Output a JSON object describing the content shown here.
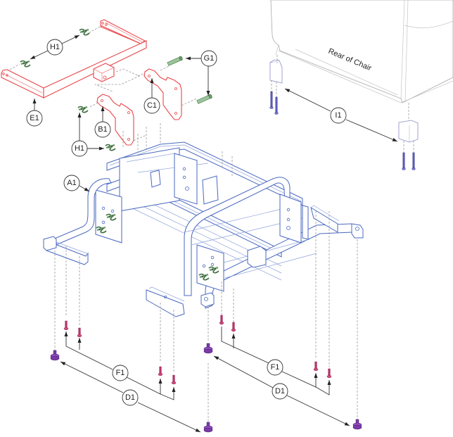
{
  "diagram": {
    "title_annotation": "Rear of Chair",
    "callouts": [
      {
        "id": "E1",
        "label": "E1",
        "part": "seat mount bracket assembly"
      },
      {
        "id": "H1a",
        "label": "H1",
        "part": "hitch pins (top)"
      },
      {
        "id": "H1b",
        "label": "H1",
        "part": "hitch pins (side plate)"
      },
      {
        "id": "B1",
        "label": "B1",
        "part": "left side plate"
      },
      {
        "id": "C1",
        "label": "C1",
        "part": "right side plate"
      },
      {
        "id": "G1",
        "label": "G1",
        "part": "clevis pins"
      },
      {
        "id": "I1",
        "label": "I1",
        "part": "rear corner blocks"
      },
      {
        "id": "A1",
        "label": "A1",
        "part": "base frame"
      },
      {
        "id": "F1a",
        "label": "F1",
        "part": "screws (left)"
      },
      {
        "id": "F1b",
        "label": "F1",
        "part": "screws (right)"
      },
      {
        "id": "D1a",
        "label": "D1",
        "part": "glides (left)"
      },
      {
        "id": "D1b",
        "label": "D1",
        "part": "glides (right)"
      }
    ],
    "colors": {
      "seat_mount": "#e8474a",
      "frame": "#4a68c0",
      "pins": "#5b8a5b",
      "screws": "#c0306a",
      "glides": "#7a3aa8",
      "chair": "#a8a8ac",
      "corner_blocks": "#8c8ccc"
    }
  }
}
